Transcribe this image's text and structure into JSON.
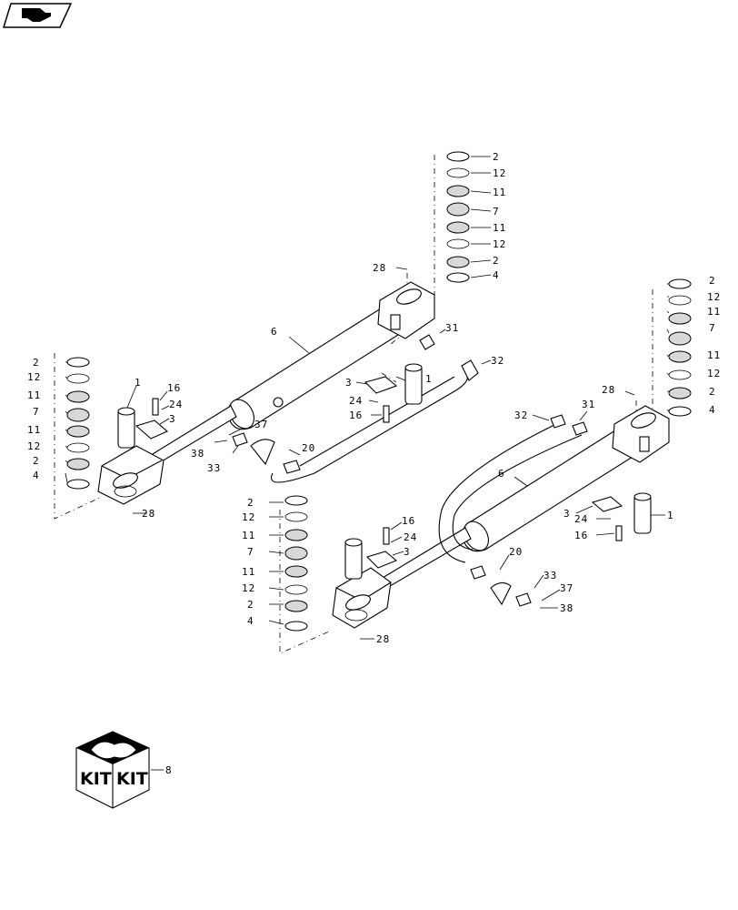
{
  "nav_icon": "arrow-navigation-icon",
  "kit_icon": "parts-kit-box-icon",
  "kit_labels": [
    "KIT",
    "KIT"
  ],
  "callouts": {
    "c1": "2",
    "c2": "12",
    "c3": "11",
    "c4": "7",
    "c5": "11",
    "c6": "12",
    "c7": "2",
    "c8": "4",
    "c9": "28",
    "c10": "6",
    "c11": "31",
    "c12": "32",
    "c13": "3",
    "c14": "1",
    "c15": "24",
    "c16": "16",
    "c17": "2",
    "c18": "12",
    "c19": "11",
    "c20": "7",
    "c21": "11",
    "c22": "12",
    "c23": "2",
    "c24": "4",
    "c25": "28",
    "c26": "1",
    "c27": "16",
    "c28": "24",
    "c29": "3",
    "c30": "37",
    "c31": "38",
    "c32": "33",
    "c33": "20",
    "c34": "2",
    "c35": "12",
    "c36": "11",
    "c37": "7",
    "c38": "11",
    "c39": "12",
    "c40": "2",
    "c41": "4",
    "c42": "28",
    "c43": "32",
    "c44": "31",
    "c45": "6",
    "c46": "3",
    "c47": "1",
    "c48": "24",
    "c49": "16",
    "c50": "2",
    "c51": "12",
    "c52": "11",
    "c53": "7",
    "c54": "11",
    "c55": "12",
    "c56": "2",
    "c57": "4",
    "c58": "28",
    "c59": "16",
    "c60": "24",
    "c61": "3",
    "c62": "20",
    "c63": "33",
    "c64": "37",
    "c65": "38",
    "c66": "8"
  }
}
